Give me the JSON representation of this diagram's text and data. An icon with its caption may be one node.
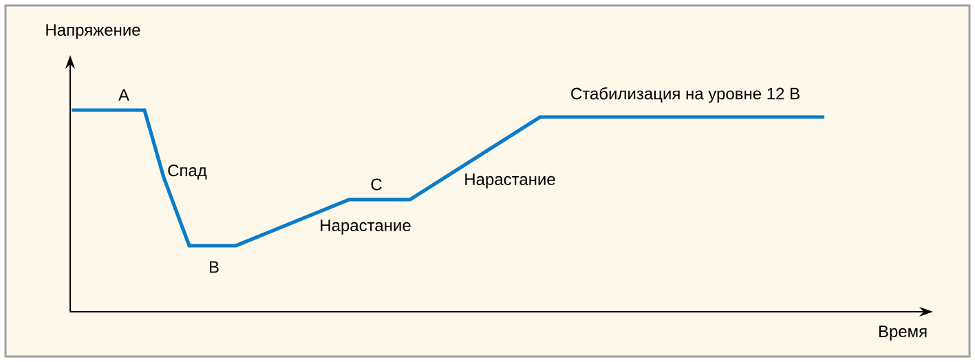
{
  "diagram": {
    "labels": [
      "Напряжение",
      "A",
      "Стабилизация на уровне 12 В",
      "Спад",
      "C",
      "Нарастание",
      "Нарастание",
      "B",
      "Время"
    ]
  }
}
